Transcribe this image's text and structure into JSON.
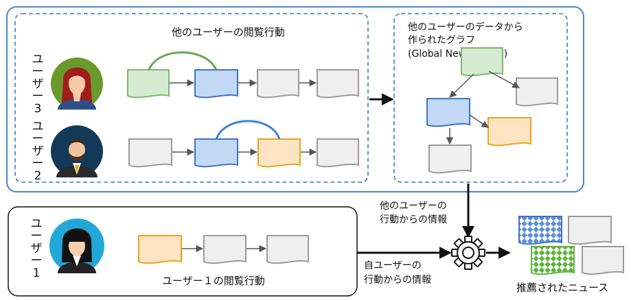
{
  "labels": {
    "others_browsing": "他のユーザーの閲覧行動",
    "graph_title_line1": "他のユーザーのデータから",
    "graph_title_line2": "作られたグラフ",
    "graph_title_line3": "(Global News Graph)",
    "user3_label": [
      "ユ",
      "ー",
      "ザ",
      "ー",
      "3"
    ],
    "user2_label": [
      "ユ",
      "ー",
      "ザ",
      "ー",
      "2"
    ],
    "user1_label": [
      "ユ",
      "ー",
      "ザ",
      "ー",
      "1"
    ],
    "user1_browsing": "ユーザー１の閲覧行動",
    "info_from_others_line1": "他のユーザーの",
    "info_from_others_line2": "行動からの情報",
    "info_from_self_line1": "自ユーザーの",
    "info_from_self_line2": "行動からの情報",
    "recommended_news": "推薦されたニュース"
  },
  "icons": {
    "user3": "woman-red-hair-avatar-icon",
    "user2": "bearded-man-suit-avatar-icon",
    "user1": "woman-black-hair-avatar-icon",
    "engine": "gear-icon",
    "document": "document-icon"
  },
  "colors": {
    "frame_blue": "#4a86c8",
    "dash_blue": "#3b78c0",
    "doc_gray_fill": "#efefef",
    "doc_gray_stroke": "#9a9a9a",
    "doc_green_fill": "#d5ecd0",
    "doc_green_stroke": "#7fb56f",
    "doc_blue_fill": "#c2d8f5",
    "doc_blue_stroke": "#3f73c2",
    "doc_orange_fill": "#fde5c4",
    "doc_orange_stroke": "#eda31a",
    "arc_green": "#6aa84f",
    "arc_blue": "#3c82d6"
  }
}
